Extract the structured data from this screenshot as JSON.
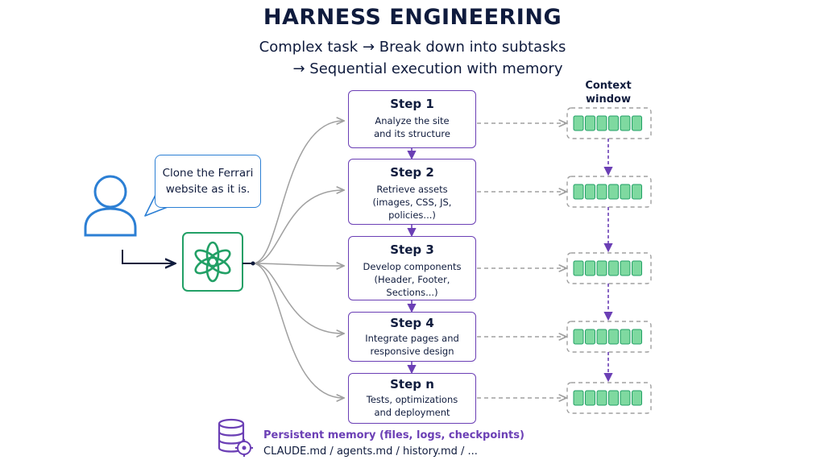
{
  "header": {
    "title": "HARNESS ENGINEERING",
    "subtitle_line1": "Complex task → Break down into subtasks",
    "subtitle_line2": "→ Sequential execution with memory"
  },
  "user": {
    "speech": "Clone the Ferrari website as it is."
  },
  "agent": {
    "icon": "openai-logo-icon",
    "color": "#22a066"
  },
  "steps": [
    {
      "title": "Step 1",
      "text": "Analyze the site and its structure"
    },
    {
      "title": "Step 2",
      "text": "Retrieve assets (images, CSS, JS, policies...)"
    },
    {
      "title": "Step 3",
      "text": "Develop components (Header, Footer, Sections...)"
    },
    {
      "title": "Step 4",
      "text": "Integrate pages and responsive design"
    },
    {
      "title": "Step n",
      "text": "Tests, optimizations and deployment"
    }
  ],
  "context_window": {
    "label": "Context window"
  },
  "memory": {
    "title": "Persistent memory (files, logs, checkpoints)",
    "files": "CLAUDE.md / agents.md / history.md / ..."
  },
  "colors": {
    "navy": "#0f1b3d",
    "purple": "#6b3fb5",
    "blue": "#2c7fd4",
    "green": "#22a066",
    "context_cell": "#7fd9a0",
    "gray_arrow": "#a0a0a0"
  }
}
